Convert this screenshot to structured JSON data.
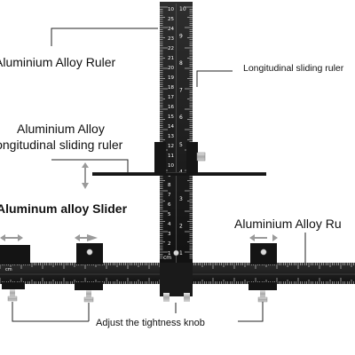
{
  "labels": {
    "vertical_ruler": "Aluminium Alloy Ruler",
    "longitudinal_sliding_ruler": "Longitudinal sliding ruler",
    "alloy_sliding_line1": "Aluminium Alloy",
    "alloy_sliding_line2": "longitudinal sliding ruler",
    "slider": "Aluminum alloy Slider",
    "horizontal_ruler": "Aluminium Alloy Ru",
    "knob": "Adjust the tightness knob"
  },
  "vertical_ruler_marks": {
    "left": [
      "10",
      "25",
      "24",
      "23",
      "22",
      "21",
      "20",
      "19",
      "18",
      "17",
      "16",
      "15",
      "14",
      "13",
      "12",
      "11",
      "10",
      "9",
      "8",
      "7",
      "6",
      "5",
      "4",
      "3",
      "2",
      "1"
    ],
    "right": [
      "10",
      "9",
      "8",
      "7",
      "6",
      "5",
      "4",
      "3",
      "2",
      "1"
    ],
    "top_label": "10",
    "unit": "cm"
  },
  "horizontal_ruler_unit": "cm",
  "colors": {
    "ruler_body": "#1c1c1c",
    "ruler_markings": "#ffffff",
    "text": "#111111",
    "arrow": "#9a9a9a",
    "knob_metal": "#b8b8b8"
  }
}
